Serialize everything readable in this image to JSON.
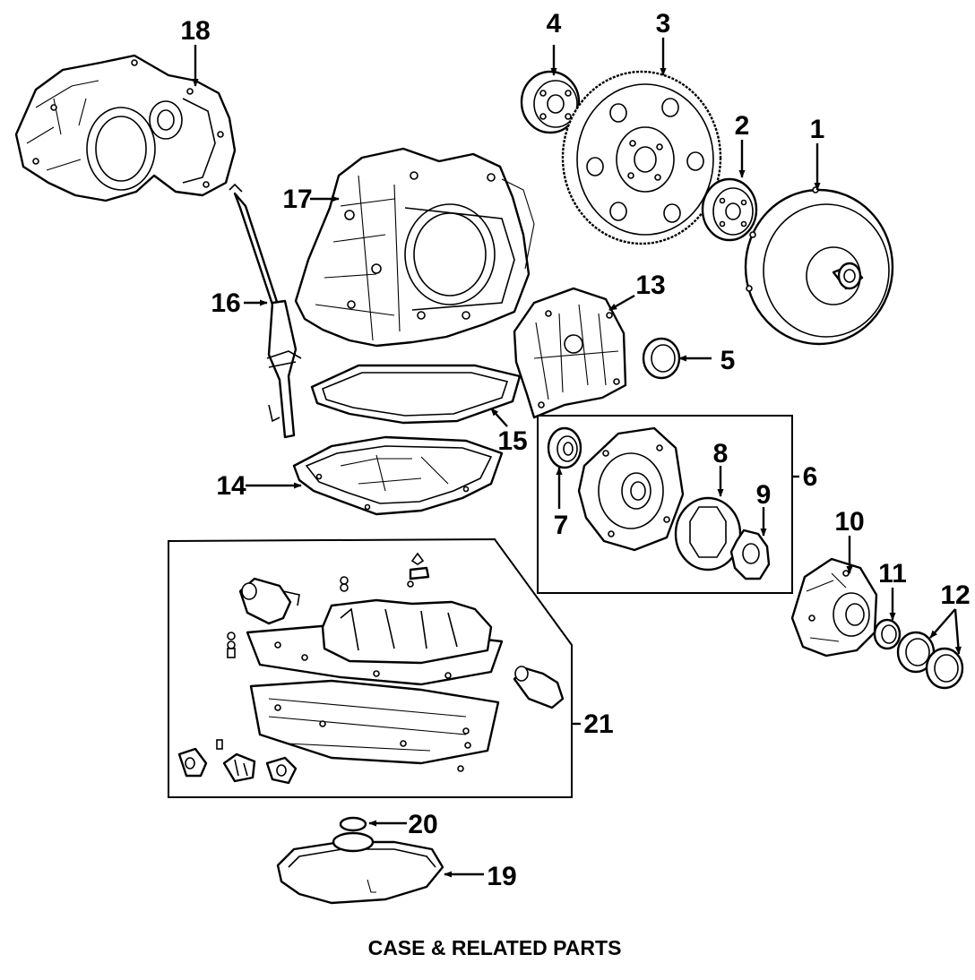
{
  "caption": "CASE & RELATED PARTS",
  "callouts": [
    "1",
    "2",
    "3",
    "4",
    "5",
    "6",
    "7",
    "8",
    "9",
    "10",
    "11",
    "12",
    "13",
    "14",
    "15",
    "16",
    "17",
    "18",
    "19",
    "20",
    "21"
  ]
}
